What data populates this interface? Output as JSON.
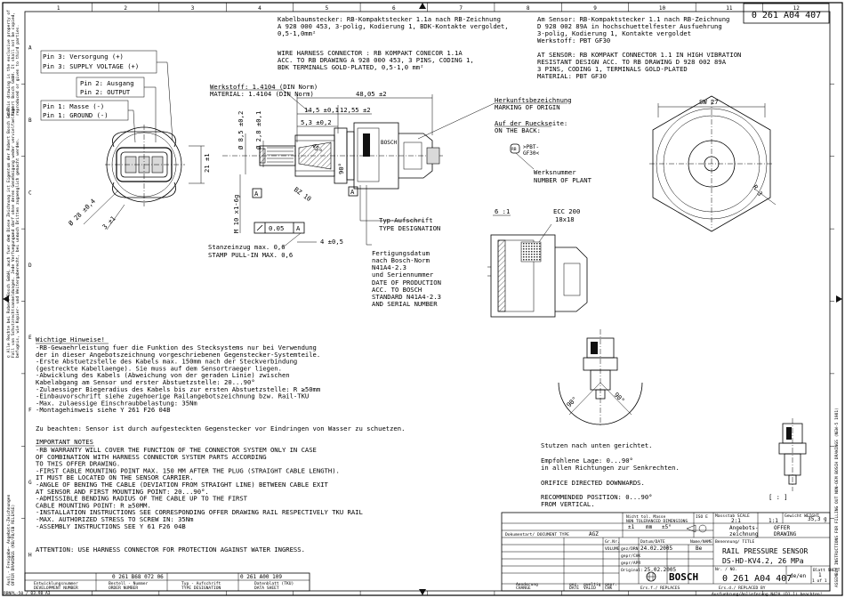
{
  "frame": {
    "columns": [
      "1",
      "2",
      "3",
      "4",
      "5",
      "6",
      "7",
      "8",
      "9",
      "10",
      "11",
      "12"
    ],
    "rows": [
      "A",
      "B",
      "C",
      "D",
      "E",
      "F",
      "G",
      "H"
    ]
  },
  "drawing_number": "0 261 A04 407",
  "side_text": {
    "left_a": [
      "© This drawing is the exclusive property of",
      "Robert Bosch GmbH. It shall not be copied,",
      "reproduced or given to third parties."
    ],
    "left_b": [
      "© Diese Zeichnung ist Eigentum der Robert Bosch GmbH",
      "und darf ohne deren Genehmigung weder vervielfaeltigt",
      "noch Dritten zugaenglich gemacht werden."
    ],
    "left_c": [
      "© Alle Rechte bei Robert Bosch GmbH, auch fuer den",
      "Fall von Schutzrechtsanmeldungen. Jede Verfuegungs-",
      "befugnis, wie Kopier- und Weitergaberecht, bei uns."
    ],
    "right": "ASSEMBLY INSTRUCTIONS FOR FILLING OUT NON-OEM BOSCH DRAWINGS (NEW-5 1981)",
    "left_foot": [
      "Ausl.- Freigabe- Angebots-Zeichnungen",
      "OFFER DRAWINGS (KB/FB/EB RELEASE)"
    ],
    "corner": "RBNPL-50 / 03.98  A3"
  },
  "cable_notes": {
    "de": [
      "Kabelbaumstecker: RB-Kompaktstecker 1.1a nach RB-Zeichnung",
      "A 928 000 453, 3-polig, Kodierung 1, BDK-Kontakte vergoldet,",
      "0,5-1,0mm²"
    ],
    "en": [
      "WIRE HARNESS CONNECTOR : RB KOMPAKT CONECOR 1.1A",
      "ACC. TO RB DRAWING A 928 000 453, 3 PINS, CODING 1,",
      "BDK TERMINALS GOLD-PLATED, 0,5-1,0 mm²"
    ]
  },
  "sensor_notes": {
    "de": [
      "Am Sensor: RB-Kompaktstecker 1.1 nach RB-Zeichnung",
      "D 928 002 89A in hochschuettelfester Ausfuehrung",
      "3-polig, Kodierung 1, Kontakte vergoldet",
      "Werkstoff: PBT GF30"
    ],
    "en": [
      "AT SENSOR: RB KOMPAKT CONNECTOR 1.1 IN HIGH VIBRATION",
      "RESISTANT DESIGN ACC. TO RB DRAWING D 928 002 89A",
      "3 PINS, CODING 1, TERMINALS GOLD-PLATED",
      "MATERIAL: PBT GF30"
    ]
  },
  "pins": {
    "pin3_de": "Pin 3: Versorgung (+)",
    "pin3_en": "Pin 3: SUPPLY VOLTAGE (+)",
    "pin2_de": "Pin 2: Ausgang",
    "pin2_en": "Pin 2: OUTPUT",
    "pin1_de": "Pin 1: Masse (-)",
    "pin1_en": "Pin 1: GROUND (-)"
  },
  "material": {
    "de": "Werkstoff: 1.4104 (DIN Norm)",
    "en": "MATERIAL: 1.4104 (DIN Norm)"
  },
  "dims": {
    "d_left_28": "Ø 28 ±0,4",
    "d_left_3": "3 ±1",
    "h_21": "21 ±1",
    "len_48": "48,05 ±2",
    "d_14": "14,5 ±0,1",
    "d_1255": "12,55 ±2",
    "d_53": "5,3 ±0,2",
    "dia_85": "Ø 8,5 ±0,2",
    "dia_28": "Ø 2,8 ±0,1",
    "thread": "M 10 x1-6g",
    "gdt": "0.05",
    "datum": "A",
    "bz10": "BZ 10",
    "deg90": "90°",
    "deg45": "45°",
    "d4": "4 ±0,5",
    "sw": "SW 27",
    "r3": "R 3",
    "scale": "6 :1",
    "ecc": "ECC 200",
    "ecc_size": "18x18",
    "deg90a": "90°",
    "deg90b": "90°"
  },
  "annotations": {
    "origin_de": "Herkunftsbezeichnung",
    "origin_en": "MARKING OF ORIGIN",
    "back_de": "Auf der Rueckseite:",
    "back_en": "ON THE BACK:",
    "pbt_a": ">PBT-",
    "pbt_b": "GF30<",
    "plant_de": "Werksnummer",
    "plant_en": "NUMBER OF PLANT",
    "type_de": "Typ-Aufschrift",
    "type_en": "TYPE DESIGNATION",
    "date_de": [
      "Fertigungsdatum",
      "nach Bosch-Norm",
      "N41A4-2.3",
      "und Seriennummer"
    ],
    "date_en": [
      "DATE OF PRODUCTION",
      "ACC. TO BOSCH",
      "STANDARD N41A4-2.3",
      "AND SERIAL NUMBER"
    ],
    "stamp_de": "Stanzeinzug max. 0,6",
    "stamp_en": "STAMP PULL-IN MAX. 0,6",
    "logo": "BOSCH"
  },
  "notes_de": {
    "title": "Wichtige Hinweise!",
    "lines": [
      "-RB-Gewaehrleistung fuer die Funktion des Stecksystems nur bei Verwendung",
      " der in dieser Angebotszeichnung vorgeschriebenen Gegenstecker-Systemteile.",
      "-Erste Abstuetzstelle des Kabels max. 150mm nach der Steckverbindung",
      " (gestreckte Kabellaenge). Sie muss auf dem Sensortraeger liegen.",
      "-Abwicklung des Kabels (Abweichung von der geraden Linie) zwischen",
      " Kabelabgang am Sensor und erster Abstuetzstelle: 20...90°",
      "-Zulaessiger Biegeradius des Kabels bis zur ersten Abstuetzstelle: R ≥50mm",
      "-Einbauvorschrift siehe zugehoerige Railangebotszeichnung bzw. Rail-TKU",
      "-Max. zulaessige Einschraubbelastung: 35Nm",
      "-Montagehinweis siehe Y 261 F26 04B"
    ],
    "water": "Zu beachten: Sensor ist durch aufgesteckten Gegenstecker vor Eindringen von Wasser zu schuetzen."
  },
  "notes_en": {
    "title": "IMPORTANT NOTES",
    "lines": [
      "-RB WARRANTY WILL COVER THE FUNCTION OF THE CONNECTOR SYSTEM ONLY IN CASE",
      " OF COMBINATION WITH HARNESS CONNECTOR SYSTEM PARTS ACCORDING",
      " TO THIS OFFER DRAWING.",
      "-FIRST CABLE MOUNTING POINT MAX. 150 MM AFTER THE PLUG (STRAIGHT CABLE LENGTH).",
      " IT MUST BE LOCATED ON THE SENSOR CARRIER.",
      "-ANGLE OF BENING THE CABLE (DEVIATION FROM STRAIGHT LINE) BETWEEN CABLE EXIT",
      " AT SENSOR AND FIRST MOUNTING POINT: 20...90°.",
      "-ADMISSIBLE BENDING RADIUS OF THE CABLE UP TO THE FIRST",
      " CABLE MOUNTING POINT: R ≥50MM.",
      "-INSTALLATION INSTRUCTIONS SEE CORRESPONDING OFFER DRAWING RAIL RESPECTIVELY TKU RAIL",
      "-MAX. AUTHORIZED STRESS TO SCREW IN: 35Nm",
      "-ASSEMBLY INSTRUCTIONS SEE Y 61 F26 04B"
    ],
    "water": "ATTENTION: USE HARNESS CONNECTOR FOR PROTECTION AGAINST WATER INGRESS."
  },
  "orientation": {
    "de1": "Stutzen nach unten gerichtet.",
    "de2": "Empfohlene Lage: 0...90°",
    "de3": "in allen Richtungen zur Senkrechten.",
    "en1": "ORIFICE DIRECTED DOWNWARDS.",
    "en2": "RECOMMENDED POSITION: 0...90°",
    "en3": "FROM VERTICAL.",
    "symbol": "[ : ]"
  },
  "title_block": {
    "doc_type_label": "Dokumentart/ DOCUMENT TYPE",
    "doc_type": "AGZ",
    "tol_de": "Nicht tol. Masse",
    "tol_en": "NON TOLERANCED DIMENSIONS",
    "tol_val": "±1",
    "tol_unit": "mm",
    "tol_ang": "±5°",
    "iso": "ISO E",
    "scale_label": "Massstab SCALE",
    "scale": "2:1",
    "scale2": "1:1",
    "weight_label": "Gewicht WEIGHT",
    "weight": "35,3 g",
    "kind_de": "Angebots-",
    "kind_de2": "zeichnung",
    "kind_en": "OFFER",
    "kind_en2": "DRAWING",
    "name_label": "Benennung/  TITLE",
    "title_en": "RAIL PRESSURE SENSOR",
    "title_model": "DS-HD-KV4.2, 26 MPa",
    "mgr_label": "Gr.Nr.",
    "date_label": "Datum/DATE",
    "name_col": "Name/NAME",
    "vol_label": "VOLUME",
    "gez_label": "gez/DRN",
    "gez_date": "24.02.2005",
    "gez_name": "Be",
    "gepr_label": "gepr/CHK",
    "norm_label": "gepr/APR",
    "original_label": "Original:",
    "original": "25.02.2005",
    "sheet_label": "Blatt SHEET",
    "sheet": "1",
    "sheet_of": "1 of 1",
    "part_label": "Nr. / NO.",
    "part": "0 261 A04 407",
    "logo": "BOSCH",
    "lang": "de/en",
    "change_label": "CHANGE",
    "change_label_de": "Aenderung",
    "date_col": "DATE",
    "date_col_de": "gez.",
    "valid_de": "gueltig",
    "valid_en": "VALID",
    "chk_col": "CHK",
    "chk_col_de": "gepr.",
    "rev_de": "Ers.f./ REPLACES",
    "rev_en": "Ers.d./ REPLACED BY",
    "footer": "Ausfuehrung/Anlieferung N42A (D1,1) beachten!"
  },
  "bottom_strip": {
    "dev_no": "0 261 B68 072 06",
    "order_no": "",
    "type_no": "",
    "tdd": "0 261 A00 109",
    "col1_de": "Entwicklungsnummer",
    "col1_en": "DEVELOPMENT NUMBER",
    "col2_de": "Bestell - Nummer",
    "col2_en": "ORDER NUMBER",
    "col3_de": "Typ - Aufschrift",
    "col3_en": "TYPE DESIGNATION",
    "col4_de": "Datenblatt (TKU)",
    "col4_en": "DATA SHEET"
  }
}
